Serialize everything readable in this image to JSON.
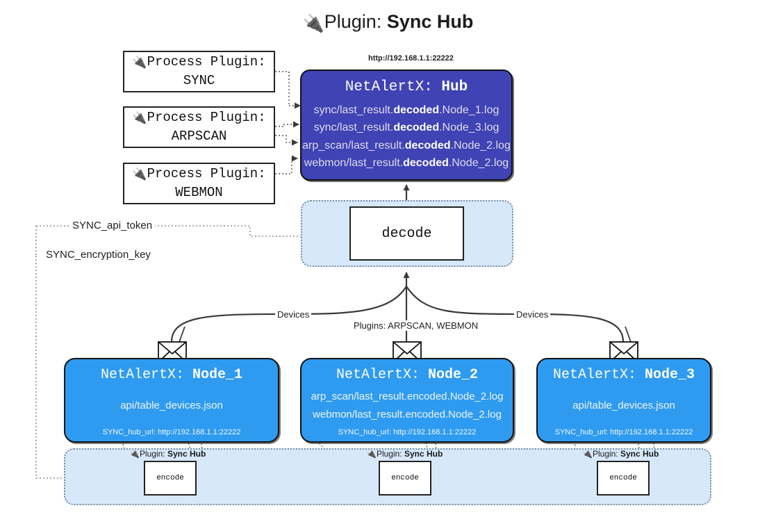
{
  "header": {
    "plug_icon": "🔌",
    "title_prefix": "Plugin: ",
    "title_name": "Sync Hub"
  },
  "process_plugins": [
    {
      "icon": "🔌",
      "line1": "Process Plugin:",
      "line2": "SYNC"
    },
    {
      "icon": "🔌",
      "line1": "Process Plugin:",
      "line2": "ARPSCAN"
    },
    {
      "icon": "🔌",
      "line1": "Process Plugin:",
      "line2": "WEBMON"
    }
  ],
  "hub": {
    "url": "http://192.168.1.1:22222",
    "title_prefix": "NetAlertX: ",
    "title_name": "Hub",
    "logs": [
      {
        "pre": "sync/last_result.",
        "mid": "decoded",
        "post": ".Node_1.log"
      },
      {
        "pre": "sync/last_result.",
        "mid": "decoded",
        "post": ".Node_3.log"
      },
      {
        "pre": "arp_scan/last_result.",
        "mid": "decoded",
        "post": ".Node_2.log"
      },
      {
        "pre": "webmon/last_result.",
        "mid": "decoded",
        "post": ".Node_2.log"
      }
    ]
  },
  "decode": {
    "label": "decode"
  },
  "tokens": {
    "api_token": "SYNC_api_token",
    "encryption_key": "SYNC_encryption_key"
  },
  "edge_labels": {
    "devices_left": "Devices",
    "devices_right": "Devices",
    "plugins_center": "Plugins: ARPSCAN, WEBMON"
  },
  "nodes": [
    {
      "title_prefix": "NetAlertX: ",
      "title_name": "Node_1",
      "lines": [
        "api/table_devices.json"
      ],
      "foot": "SYNC_hub_url: http://192.168.1.1:22222"
    },
    {
      "title_prefix": "NetAlertX: ",
      "title_name": "Node_2",
      "lines": [
        "arp_scan/last_result.encoded.Node_2.log",
        "webmon/last_result.encoded.Node_2.log"
      ],
      "foot": "SYNC_hub_url: http://192.168.1.1:22222"
    },
    {
      "title_prefix": "NetAlertX: ",
      "title_name": "Node_3",
      "lines": [
        "api/table_devices.json"
      ],
      "foot": "SYNC_hub_url: http://192.168.1.1:22222"
    }
  ],
  "encoders": [
    {
      "caption_icon": "🔌",
      "caption_prefix": "Plugin: ",
      "caption_name": "Sync Hub",
      "label": "encode"
    },
    {
      "caption_icon": "🔌",
      "caption_prefix": "Plugin: ",
      "caption_name": "Sync Hub",
      "label": "encode"
    },
    {
      "caption_icon": "🔌",
      "caption_prefix": "Plugin: ",
      "caption_name": "Sync Hub",
      "label": "encode"
    }
  ],
  "colors": {
    "hub_purple": "#4043b4",
    "node_blue": "#2e9bf0",
    "container_blue": "#d6e8fa",
    "stroke": "#232323"
  }
}
